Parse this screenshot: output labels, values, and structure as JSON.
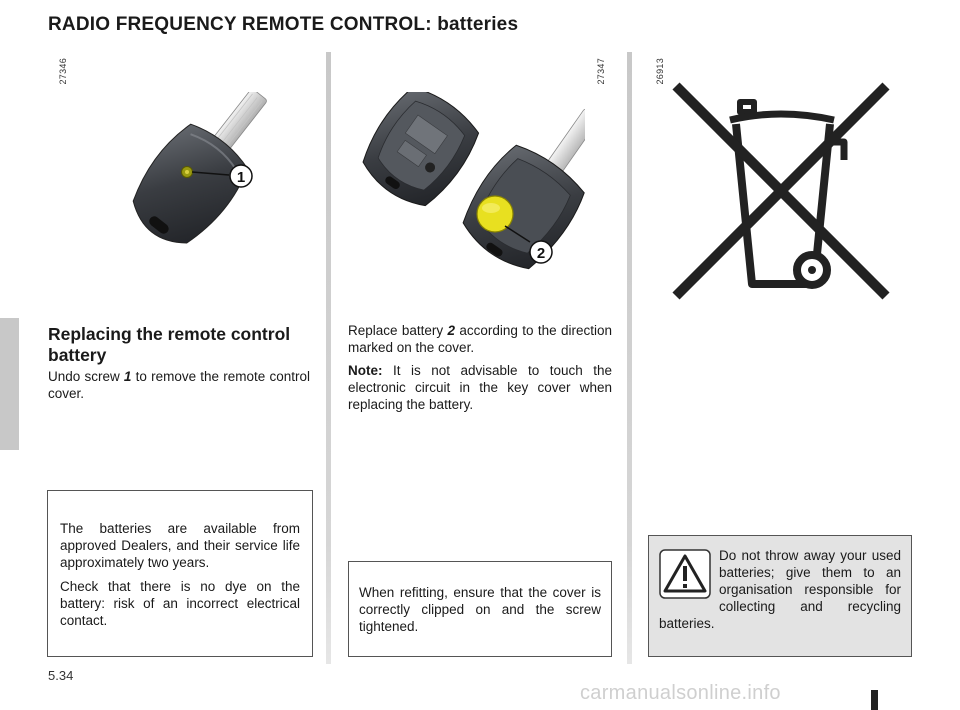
{
  "page": {
    "title": "RADIO FREQUENCY REMOTE CONTROL: batteries",
    "page_number": "5.34",
    "watermark": "carmanualsonline.info"
  },
  "figures": {
    "fig1_code": "27346",
    "fig1_callout": "1",
    "fig2_code": "27347",
    "fig2_callout": "2",
    "fig3_code": "26913"
  },
  "col1": {
    "heading": "Replacing the remote control battery",
    "text_before": "Undo screw ",
    "screw_ref": "1",
    "text_after": " to remove the remote control cover.",
    "note_p1": "The batteries are available from approved Dealers, and their service life approximately two years.",
    "note_p2": "Check that there is no dye on the battery: risk of an incorrect electrical contact."
  },
  "col2": {
    "text_before": "Replace battery ",
    "battery_ref": "2",
    "text_after": " according to the direction marked on the cover.",
    "note_label": "Note:",
    "note_text": " It is not advisable to touch the electronic circuit in the key cover when replacing the battery.",
    "box_text": "When refitting, ensure that the cover is correctly clipped on and the screw tightened."
  },
  "col3": {
    "warning_text": "Do not throw away your used batteries; give them to an organisation responsible for collecting and recycling batteries."
  },
  "colors": {
    "title": "#1a1a1a",
    "divider": "#c8c8c8",
    "warning_bg": "#e3e3e3",
    "battery_yellow": "#e8e020",
    "key_body": "#3a3d42"
  }
}
